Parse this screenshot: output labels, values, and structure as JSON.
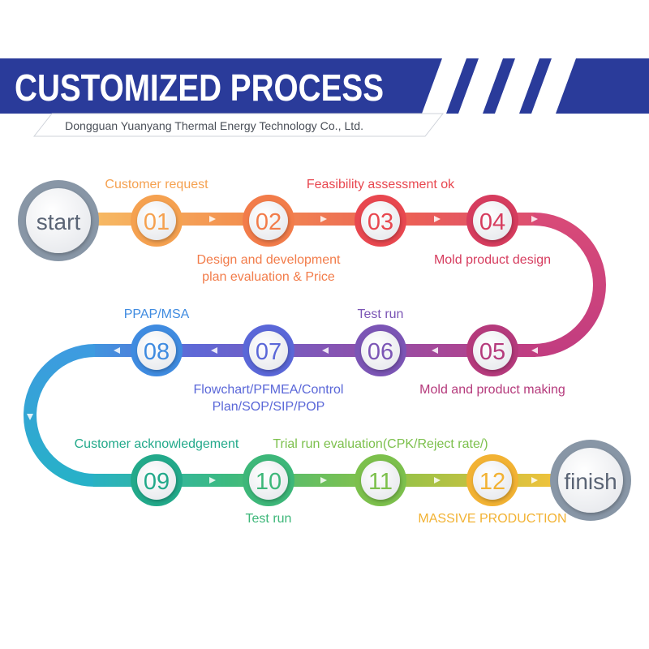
{
  "header": {
    "title": "CUSTOMIZED PROCESS",
    "subtitle": "Dongguan Yuanyang Thermal Energy Technology Co., Ltd."
  },
  "terminals": {
    "start": "start",
    "finish": "finish"
  },
  "steps": [
    {
      "number": "01",
      "label_lines": [
        "Customer request"
      ],
      "color": "#F5A150"
    },
    {
      "number": "02",
      "label_lines": [
        "Design and development",
        "plan evaluation & Price"
      ],
      "color": "#F27C4A"
    },
    {
      "number": "03",
      "label_lines": [
        "Feasibility assessment ok"
      ],
      "color": "#E8474F"
    },
    {
      "number": "04",
      "label_lines": [
        "Mold product design"
      ],
      "color": "#D63C5E"
    },
    {
      "number": "05",
      "label_lines": [
        "Mold and product making"
      ],
      "color": "#B53A7C"
    },
    {
      "number": "06",
      "label_lines": [
        "Test run"
      ],
      "color": "#7B55B5"
    },
    {
      "number": "07",
      "label_lines": [
        "Flowchart/PFMEA/Control",
        "Plan/SOP/SIP/POP"
      ],
      "color": "#5A67D8"
    },
    {
      "number": "08",
      "label_lines": [
        "PPAP/MSA"
      ],
      "color": "#3F8BE0"
    },
    {
      "number": "09",
      "label_lines": [
        "Customer acknowledgement"
      ],
      "color": "#22A98A"
    },
    {
      "number": "10",
      "label_lines": [
        "Test run"
      ],
      "color": "#3DB779"
    },
    {
      "number": "11",
      "label_lines": [
        "Trial run evaluation(CPK/Reject rate/)"
      ],
      "color": "#7CC04C"
    },
    {
      "number": "12",
      "label_lines": [
        "MASSIVE PRODUCTION"
      ],
      "color": "#F2B233"
    }
  ],
  "colors": {
    "banner": "#2A3B9A",
    "start_ring": "#8896A6",
    "finish_ring": "#8896A6",
    "terminal_text": "#5A6475"
  }
}
